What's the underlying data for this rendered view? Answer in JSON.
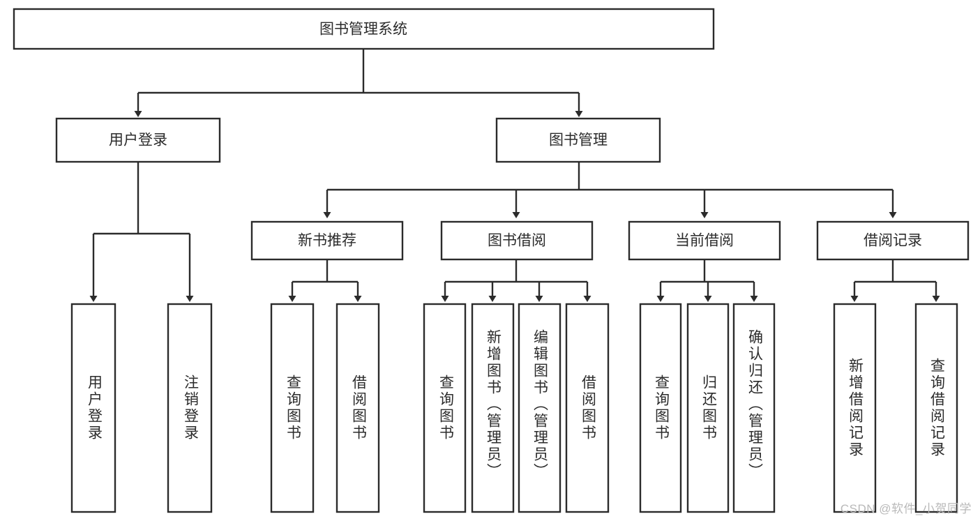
{
  "diagram": {
    "type": "tree-hierarchy",
    "title": "图书管理系统",
    "orientation": "top-down",
    "root": {
      "id": "root",
      "label": "图书管理系统"
    },
    "level2": [
      {
        "id": "user-login",
        "label": "用户登录"
      },
      {
        "id": "book-management",
        "label": "图书管理"
      }
    ],
    "level3": [
      {
        "id": "new-book-recommend",
        "label": "新书推荐",
        "parent": "book-management"
      },
      {
        "id": "book-borrow",
        "label": "图书借阅",
        "parent": "book-management"
      },
      {
        "id": "current-borrow",
        "label": "当前借阅",
        "parent": "book-management"
      },
      {
        "id": "borrow-record",
        "label": "借阅记录",
        "parent": "book-management"
      }
    ],
    "leaves": [
      {
        "id": "leaf-user-login",
        "label": "用户登录",
        "parent": "user-login"
      },
      {
        "id": "leaf-logout-login",
        "label": "注销登录",
        "parent": "user-login"
      },
      {
        "id": "leaf-query-book-1",
        "label": "查询图书",
        "parent": "new-book-recommend"
      },
      {
        "id": "leaf-borrow-book-1",
        "label": "借阅图书",
        "parent": "new-book-recommend"
      },
      {
        "id": "leaf-query-book-2",
        "label": "查询图书",
        "parent": "book-borrow"
      },
      {
        "id": "leaf-add-book",
        "label": "新增图书（管理员）",
        "parent": "book-borrow"
      },
      {
        "id": "leaf-edit-book",
        "label": "编辑图书（管理员）",
        "parent": "book-borrow"
      },
      {
        "id": "leaf-borrow-book-2",
        "label": "借阅图书",
        "parent": "book-borrow"
      },
      {
        "id": "leaf-query-book-3",
        "label": "查询图书",
        "parent": "current-borrow"
      },
      {
        "id": "leaf-return-book",
        "label": "归还图书",
        "parent": "current-borrow"
      },
      {
        "id": "leaf-confirm-return",
        "label": "确认归还（管理员）",
        "parent": "current-borrow"
      },
      {
        "id": "leaf-add-record",
        "label": "新增借阅记录",
        "parent": "borrow-record"
      },
      {
        "id": "leaf-query-record",
        "label": "查询借阅记录",
        "parent": "borrow-record"
      }
    ],
    "colors": {
      "stroke": "#2b2b2b",
      "fill": "#ffffff",
      "text": "#2b2b2b",
      "watermark": "#b9b9b9",
      "background": "#ffffff"
    }
  },
  "watermark": {
    "label": "CSDN @软件_小贺同学"
  }
}
